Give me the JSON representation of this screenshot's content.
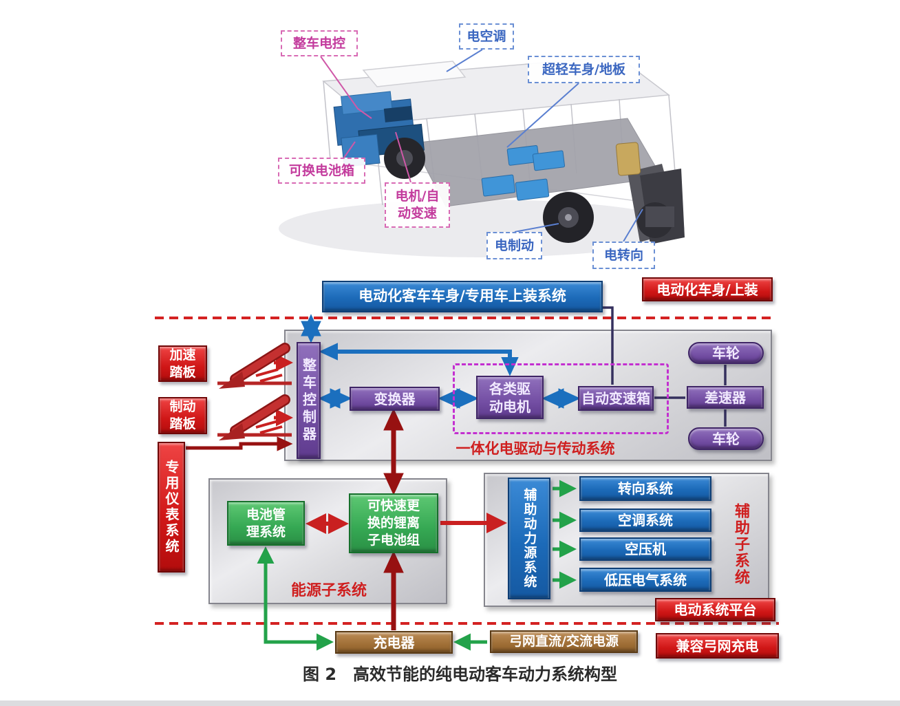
{
  "figure": {
    "caption": "图 2　高效节能的纯电动客车动力系统构型"
  },
  "bus": {
    "callouts": {
      "vehicle_control": "整车电控",
      "electric_ac": "电空调",
      "lightweight_body": "超轻车身/地板",
      "swappable_battery": "可换电池箱",
      "motor_auto_trans": "电机/自\n动变速",
      "electric_brake": "电制动",
      "electric_steering": "电转向"
    }
  },
  "diagram": {
    "top_system": "电动化客车车身/专用车上装系统",
    "top_right_tag": "电动化车身/上装",
    "drive": {
      "vehicle_controller": "整车控制器",
      "converter": "变换器",
      "drive_motors": "各类驱\n动电机",
      "auto_gearbox": "自动变速箱",
      "wheel_top": "车轮",
      "differential": "差速器",
      "wheel_bottom": "车轮",
      "label": "一体化电驱动与传动系统"
    },
    "inputs": {
      "accel_pedal": "加速\n踏板",
      "brake_pedal": "制动\n踏板",
      "instrument": "专用仪表系统"
    },
    "energy": {
      "bms": "电池管\n理系统",
      "battery_pack": "可快速更\n换的锂离\n子电池组",
      "label": "能源子系统"
    },
    "aux": {
      "aux_power": "辅助动力源系统",
      "items": [
        "转向系统",
        "空调系统",
        "空压机",
        "低压电气系统"
      ],
      "label": "辅助子系统"
    },
    "platform_tag": "电动系统平台",
    "charging": {
      "charger": "充电器",
      "grid_source": "弓网直流/交流电源",
      "tag": "兼容弓网充电"
    }
  },
  "colors": {
    "accent_red": "#cf1616",
    "accent_blue": "#1c6ab8",
    "accent_purple": "#744fa4",
    "accent_green": "#35a853",
    "accent_brown": "#a06f36",
    "dashed_magenta": "#c32fd0",
    "dashed_red": "#d42222"
  }
}
